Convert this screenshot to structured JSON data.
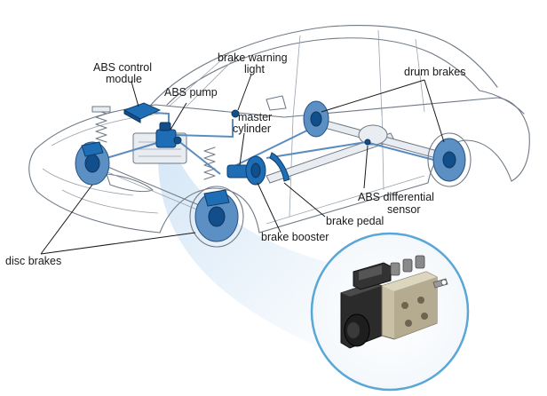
{
  "labels": {
    "abs_control_module_1": "ABS control",
    "abs_control_module_2": "module",
    "abs_pump": "ABS pump",
    "brake_warning_light_1": "brake warning",
    "brake_warning_light_2": "light",
    "master_cylinder_1": "master",
    "master_cylinder_2": "cylinder",
    "drum_brakes": "drum brakes",
    "abs_differential_sensor_1": "ABS differential",
    "abs_differential_sensor_2": "sensor",
    "brake_pedal": "brake pedal",
    "brake_booster": "brake booster",
    "disc_brakes": "disc brakes"
  },
  "colors": {
    "component_blue": "#1f6db5",
    "car_outline": "#6f7a86",
    "inset_ring": "#5aa7d6",
    "glow": "#cfe3f5"
  }
}
